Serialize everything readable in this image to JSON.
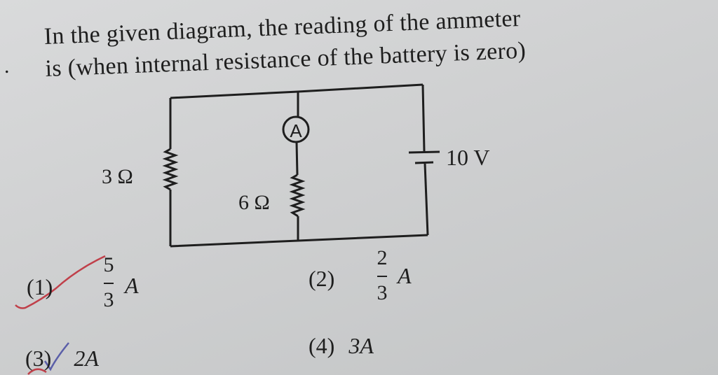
{
  "question": {
    "bullet": ".",
    "line1": "In the given diagram, the reading of the ammeter",
    "line2": "is (when internal resistance of the battery is zero)"
  },
  "circuit": {
    "resistor_left_label": "3 Ω",
    "resistor_middle_label": "6 Ω",
    "ammeter_label": "A",
    "battery_label": "10 V"
  },
  "options": [
    {
      "number": "(1)",
      "numerator": "5",
      "denominator": "3",
      "unit": "A",
      "mark": "red-check"
    },
    {
      "number": "(2)",
      "numerator": "2",
      "denominator": "3",
      "unit": "A"
    },
    {
      "number": "(3)",
      "value": "2A",
      "mark": "blue-check"
    },
    {
      "number": "(4)",
      "value": "3A"
    }
  ],
  "colors": {
    "paper": "#cfd0d1",
    "ink": "#1e1e1e",
    "red_mark": "#c0404a",
    "blue_mark": "#5a5ea8"
  }
}
